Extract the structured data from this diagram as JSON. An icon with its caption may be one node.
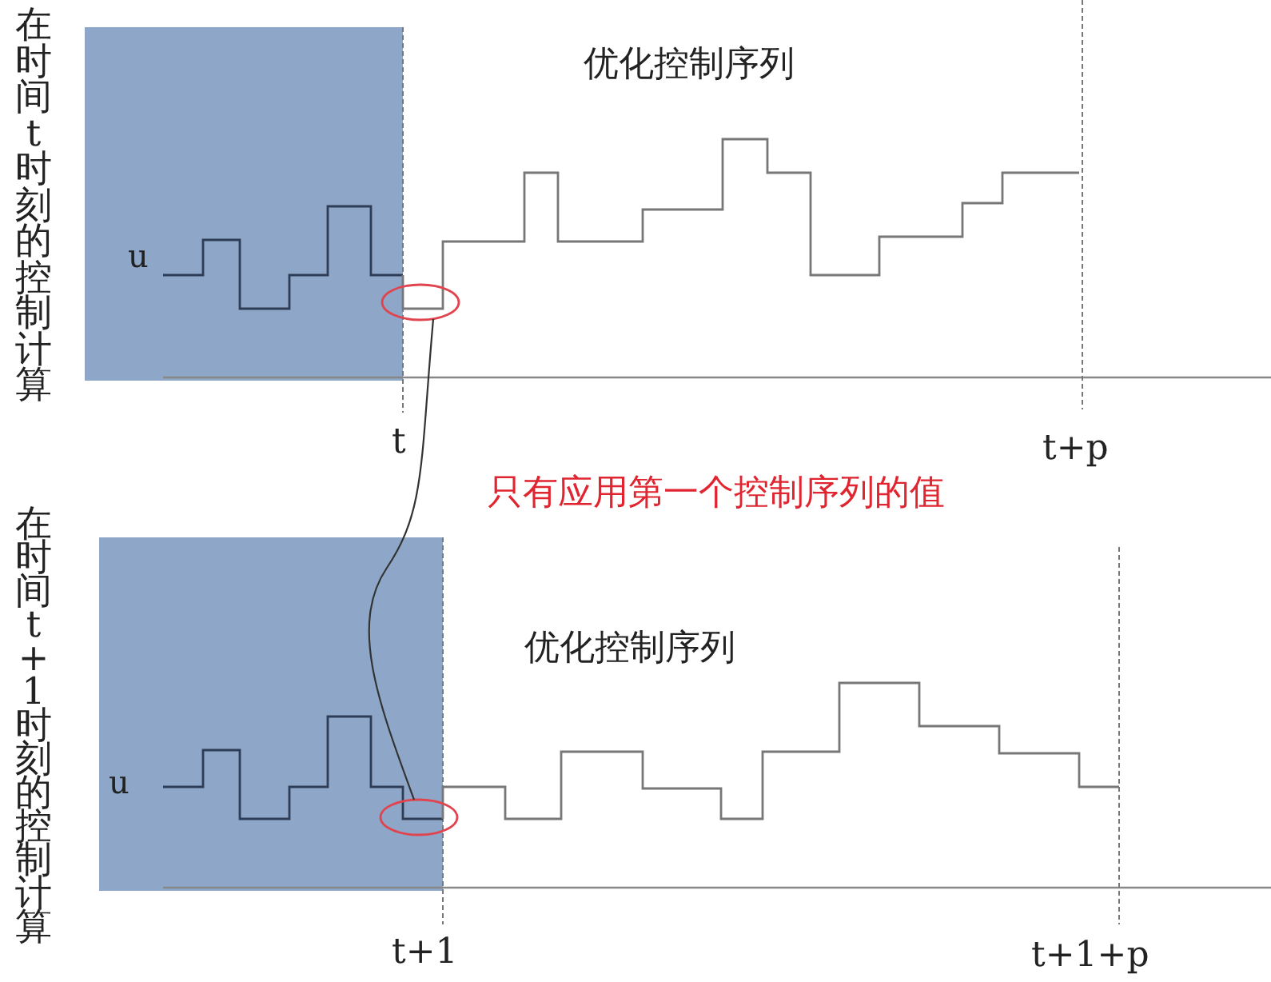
{
  "diagram": {
    "nodes": [
      {
        "text": [],
        "shape": "ellipse"
      },
      {
        "text": [],
        "shape": "ellipse"
      }
    ],
    "edges": [
      {
        "from": 0,
        "to": 1,
        "arrow": "none"
      }
    ],
    "labels": [
      "在时间t时刻的控制计算",
      "优化控制序列",
      "u",
      "t",
      "t+p",
      "只有应用第一个控制序列的值",
      "在时间t+1时刻的控制计算",
      "优化控制序列",
      "u",
      "t+1",
      "t+1+p"
    ]
  }
}
